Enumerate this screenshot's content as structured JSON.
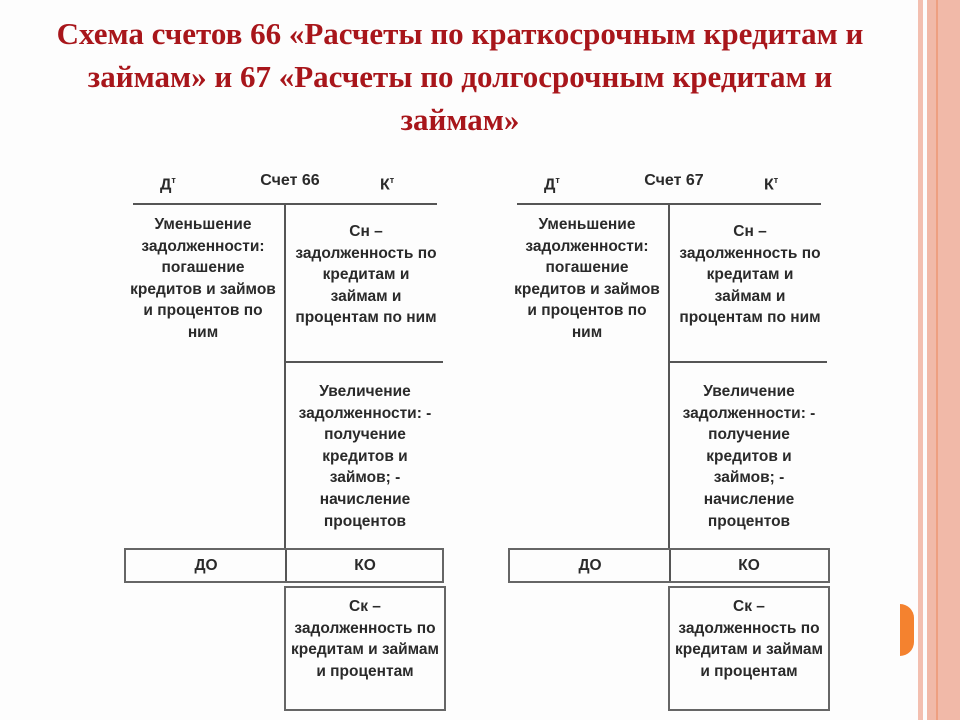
{
  "title": "Схема счетов 66 «Расчеты по краткосрочным кредитам и займам» и 67 «Расчеты по долгосрочным кредитам и займам»",
  "accounts": [
    {
      "debit_label": "Д",
      "debit_sup": "т",
      "account_label": "Счет 66",
      "credit_label": "К",
      "credit_sup": "т",
      "debit_text": "Уменьшение задолженности: погашение кредитов и займов и процентов по ним",
      "opening_balance": "Сн – задолженность по кредитам и займам и процентам по ним",
      "credit_text": "Увеличение задолженности: - получение кредитов и займов; - начисление процентов",
      "debit_turnover": "ДО",
      "credit_turnover": "КО",
      "closing_balance": "Ск – задолженность по кредитам и займам и процентам"
    },
    {
      "debit_label": "Д",
      "debit_sup": "т",
      "account_label": "Счет 67",
      "credit_label": "К",
      "credit_sup": "т",
      "debit_text": "Уменьшение задолженности: погашение кредитов и займов и процентов по ним",
      "opening_balance": "Сн – задолженность по кредитам и займам и процентам по ним",
      "credit_text": "Увеличение задолженности: - получение кредитов и займов; - начисление процентов",
      "debit_turnover": "ДО",
      "credit_turnover": "КО",
      "closing_balance": "Ск – задолженность по кредитам и займам и процентам"
    }
  ]
}
